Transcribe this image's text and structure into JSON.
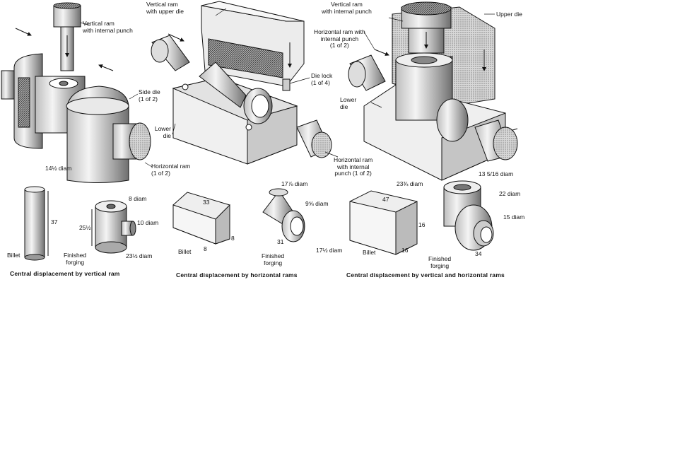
{
  "panels": [
    {
      "caption": "Central displacement by vertical ram",
      "labels": {
        "vertical_ram": "Vertical ram\nwith internal punch",
        "side_die": "Side die\n(1 of 2)",
        "horizontal_ram": "Horizontal ram\n(1 of 2)",
        "billet": "Billet",
        "finished_forging": "Finished\nforging"
      },
      "dimensions": {
        "billet_diam": "14½\ndiam",
        "billet_length": "37",
        "top_diam": "8 diam",
        "side_diam": "10 diam",
        "height": "25½",
        "bottom_diam": "23½ diam"
      }
    },
    {
      "caption": "Central displacement by horizontal rams",
      "labels": {
        "vertical_ram": "Vertical ram\nwith upper die",
        "die_lock": "Die lock\n(1 of 4)",
        "lower_die": "Lower\ndie",
        "horizontal_ram": "Horizontal ram\nwith internal\npunch (1 of 2)",
        "billet": "Billet",
        "finished_forging": "Finished\nforging"
      },
      "dimensions": {
        "billet_length": "33",
        "billet_height": "8",
        "billet_width": "8",
        "diam_a": "17⅞ diam",
        "diam_b": "9⅝ diam",
        "length": "31",
        "diam_c": "17½ diam"
      }
    },
    {
      "caption": "Central displacement by vertical and horizontal rams",
      "labels": {
        "vertical_ram": "Vertical ram\nwith internal punch",
        "upper_die": "Upper die",
        "horizontal_ram": "Horizontal ram with\ninternal punch\n(1 of 2)",
        "lower_die": "Lower\ndie",
        "billet": "Billet",
        "finished_forging": "Finished\nforging"
      },
      "dimensions": {
        "billet_length": "47",
        "billet_height": "16",
        "billet_width": "16",
        "diam_a": "23¾ diam",
        "diam_b": "13 5/16 diam",
        "diam_c": "22\ndiam",
        "diam_d": "15\ndiam",
        "length": "34"
      }
    }
  ]
}
